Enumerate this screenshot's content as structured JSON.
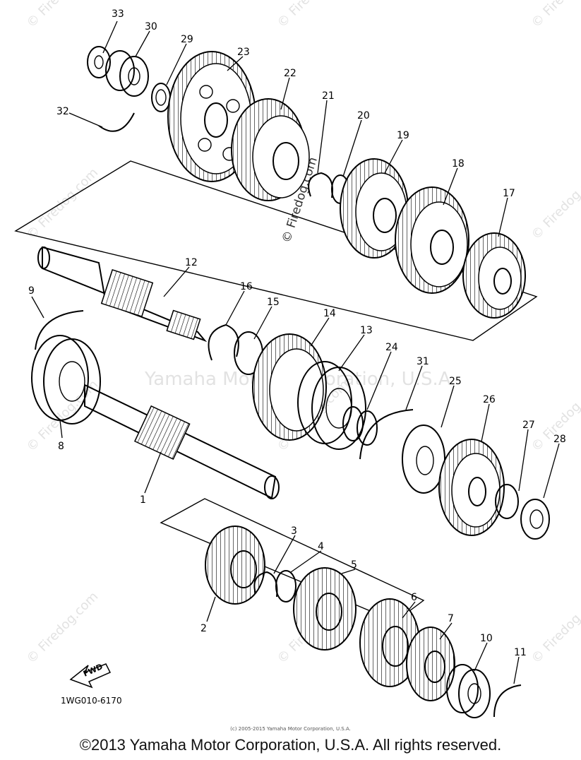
{
  "watermark": {
    "center_text": "Yamaha Motor Corporation, U.S.A.",
    "site_text": "© Firedog.com"
  },
  "reference_code": "1WG010-6170",
  "forward_arrow_label": "FWD",
  "small_copyright": "(c) 2005-2015 Yamaha Motor Corporation, U.S.A.",
  "copyright": "©2013 Yamaha Motor Corporation, U.S.A. All rights reserved.",
  "callouts": {
    "n1": "1",
    "n2": "2",
    "n3": "3",
    "n4": "4",
    "n5": "5",
    "n6": "6",
    "n7": "7",
    "n8": "8",
    "n9": "9",
    "n10": "10",
    "n11": "11",
    "n12": "12",
    "n13": "13",
    "n14": "14",
    "n15": "15",
    "n16": "16",
    "n17": "17",
    "n18": "18",
    "n19": "19",
    "n20": "20",
    "n21": "21",
    "n22": "22",
    "n23": "23",
    "n24": "24",
    "n25": "25",
    "n26": "26",
    "n27": "27",
    "n28": "28",
    "n29": "29",
    "n30": "30",
    "n31": "31",
    "n32": "32",
    "n33": "33"
  }
}
